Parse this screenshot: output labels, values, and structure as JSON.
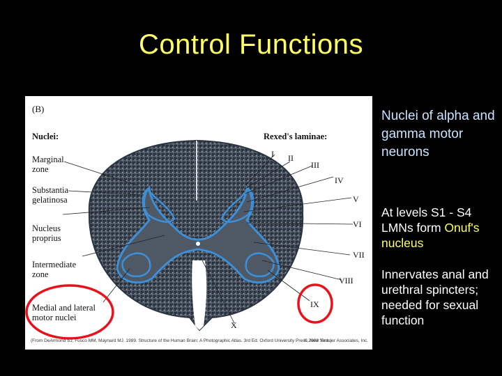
{
  "slide": {
    "title": "Control  Functions"
  },
  "figure": {
    "panel_label": "(B)",
    "nuclei_heading": "Nuclei:",
    "laminae_heading": "Rexed's laminae:",
    "nuclei": [
      [
        "Marginal",
        "zone"
      ],
      [
        "Substantia",
        "gelatinosa"
      ],
      [
        "Nucleus",
        "proprius"
      ],
      [
        "Intermediate",
        "zone"
      ],
      [
        "Medial and lateral",
        "motor nuclei"
      ]
    ],
    "laminae": [
      "I",
      "II",
      "III",
      "IV",
      "V",
      "VI",
      "VII",
      "VIII",
      "IX",
      "X"
    ],
    "citation": "(From DeArmond SJ, Fusco MM, Maynard MJ. 1989. Structure of the Human Brain: A Photographic Atlas. 3rd Ed. Oxford University Press, New York.)",
    "copyright": "© 2002 Sinauer Associates, Inc."
  },
  "notes": {
    "note1": "Nuclei of alpha and gamma motor neurons",
    "note2_prefix": "At levels S1 - S4 LMNs form  ",
    "note2_highlight": "Onuf's nucleus",
    "note3": "Innervates anal and urethral spincters; needed for sexual function"
  },
  "colors": {
    "title": "#ffff66",
    "note1": "#c9e2ff",
    "highlight": "#ffff66",
    "circle": "#e8121c",
    "lamina_outline": "#3d8fd8"
  }
}
